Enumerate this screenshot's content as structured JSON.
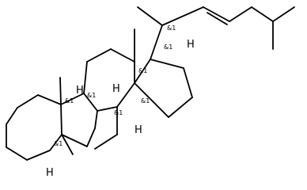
{
  "molecule": {
    "hydrogen_label": "H",
    "stereo_label": "&1",
    "stereo_count": 8,
    "explicit_h_count": 5,
    "bond_color": "#000000",
    "background_color": "#ffffff"
  }
}
